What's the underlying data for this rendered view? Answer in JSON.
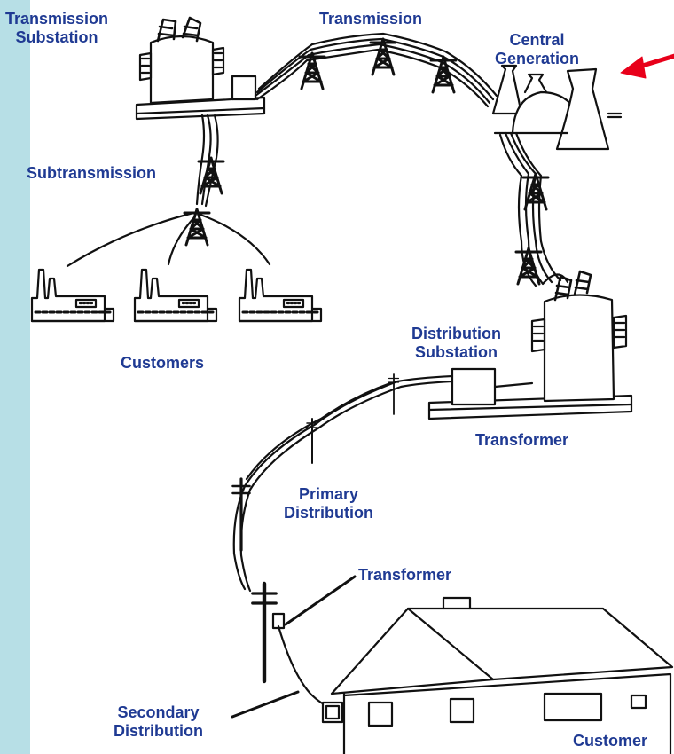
{
  "labels": {
    "transmission_substation": [
      "Transmission",
      "Substation"
    ],
    "transmission": "Transmission",
    "central_generation": [
      "Central",
      "Generation"
    ],
    "subtransmission": "Subtransmission",
    "customers": "Customers",
    "distribution_substation": [
      "Distribution",
      "Substation"
    ],
    "transformer_substation": "Transformer",
    "primary_distribution": [
      "Primary",
      "Distribution"
    ],
    "transformer_pole": "Transformer",
    "secondary_distribution": [
      "Secondary",
      "Distribution"
    ],
    "customer": "Customer"
  },
  "colors": {
    "label_text": "#1f3a93",
    "sidebar": "#b7dfe6",
    "pointer_arrow": "#e8001a",
    "line_art": "#111111"
  },
  "icons": [
    "transformer-icon",
    "transmission-tower-icon",
    "cooling-tower-icon",
    "factory-icon",
    "utility-pole-icon",
    "house-icon",
    "arrow-icon"
  ]
}
